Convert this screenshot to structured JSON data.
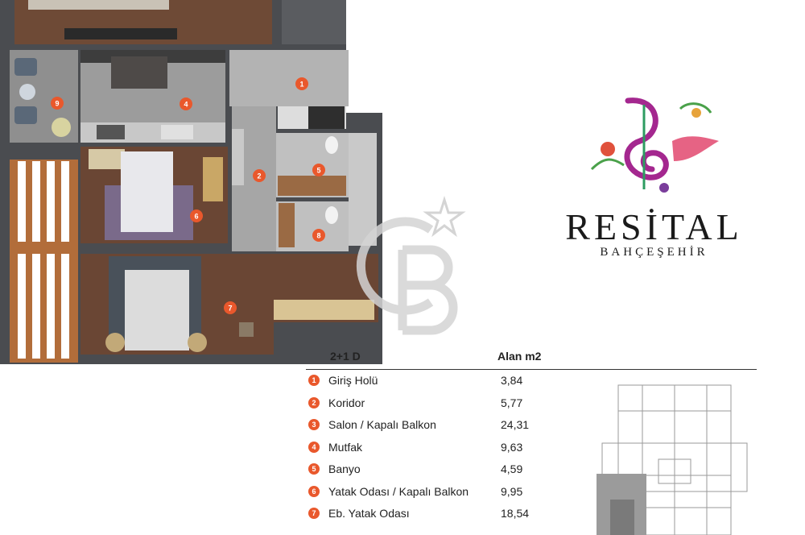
{
  "plan": {
    "room_badges": [
      "1",
      "2",
      "4",
      "5",
      "6",
      "7",
      "8",
      "9"
    ]
  },
  "brand": {
    "name": "RESİTAL",
    "subtitle": "BAHÇEŞEHİR",
    "logo_icon": "music-note-bird-floral-icon"
  },
  "watermark": {
    "icon": "cb-star-watermark-icon"
  },
  "table": {
    "header_type": "2+1 D",
    "header_area": "Alan m2",
    "accent_color": "#e9582c",
    "rows": [
      {
        "num": "1",
        "label": "Giriş Holü",
        "area": "3,84"
      },
      {
        "num": "2",
        "label": "Koridor",
        "area": "5,77"
      },
      {
        "num": "3",
        "label": "Salon / Kapalı Balkon",
        "area": "24,31"
      },
      {
        "num": "4",
        "label": "Mutfak",
        "area": "9,63"
      },
      {
        "num": "5",
        "label": "Banyo",
        "area": "4,59"
      },
      {
        "num": "6",
        "label": "Yatak Odası / Kapalı Balkon",
        "area": "9,95"
      },
      {
        "num": "7",
        "label": "Eb. Yatak Odası",
        "area": "18,54"
      }
    ]
  },
  "key_plan": {
    "icon": "building-key-plan-icon"
  }
}
